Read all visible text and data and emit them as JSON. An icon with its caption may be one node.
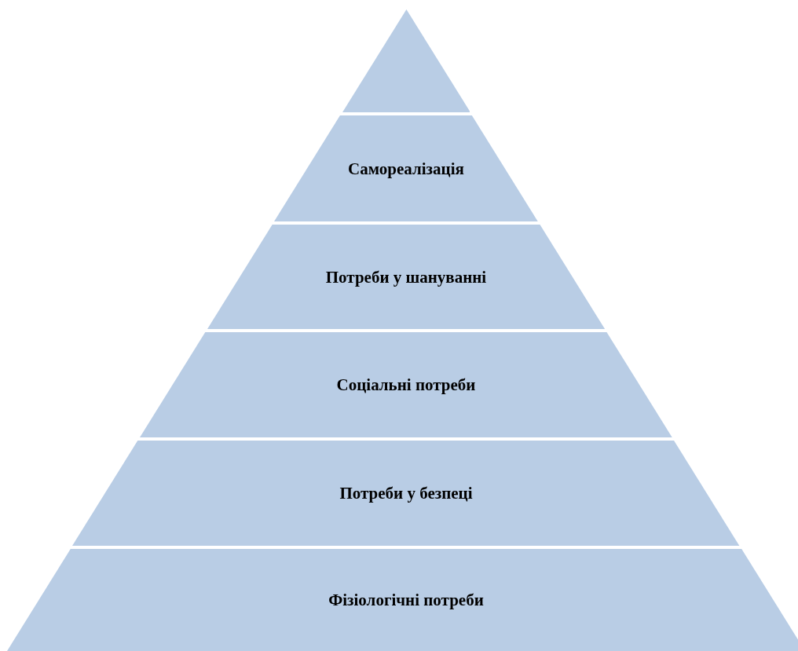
{
  "diagram": {
    "nodes": [
      {
        "text": [],
        "shape": "triangle"
      },
      {
        "text": [
          "Самореалізація"
        ]
      },
      {
        "text": [
          "Потреби у шануванні"
        ]
      },
      {
        "text": [
          "Соціальні потреби"
        ]
      },
      {
        "text": [
          "Потреби у безпеці"
        ]
      },
      {
        "text": [
          "Фізіологічні потреби"
        ]
      }
    ]
  }
}
